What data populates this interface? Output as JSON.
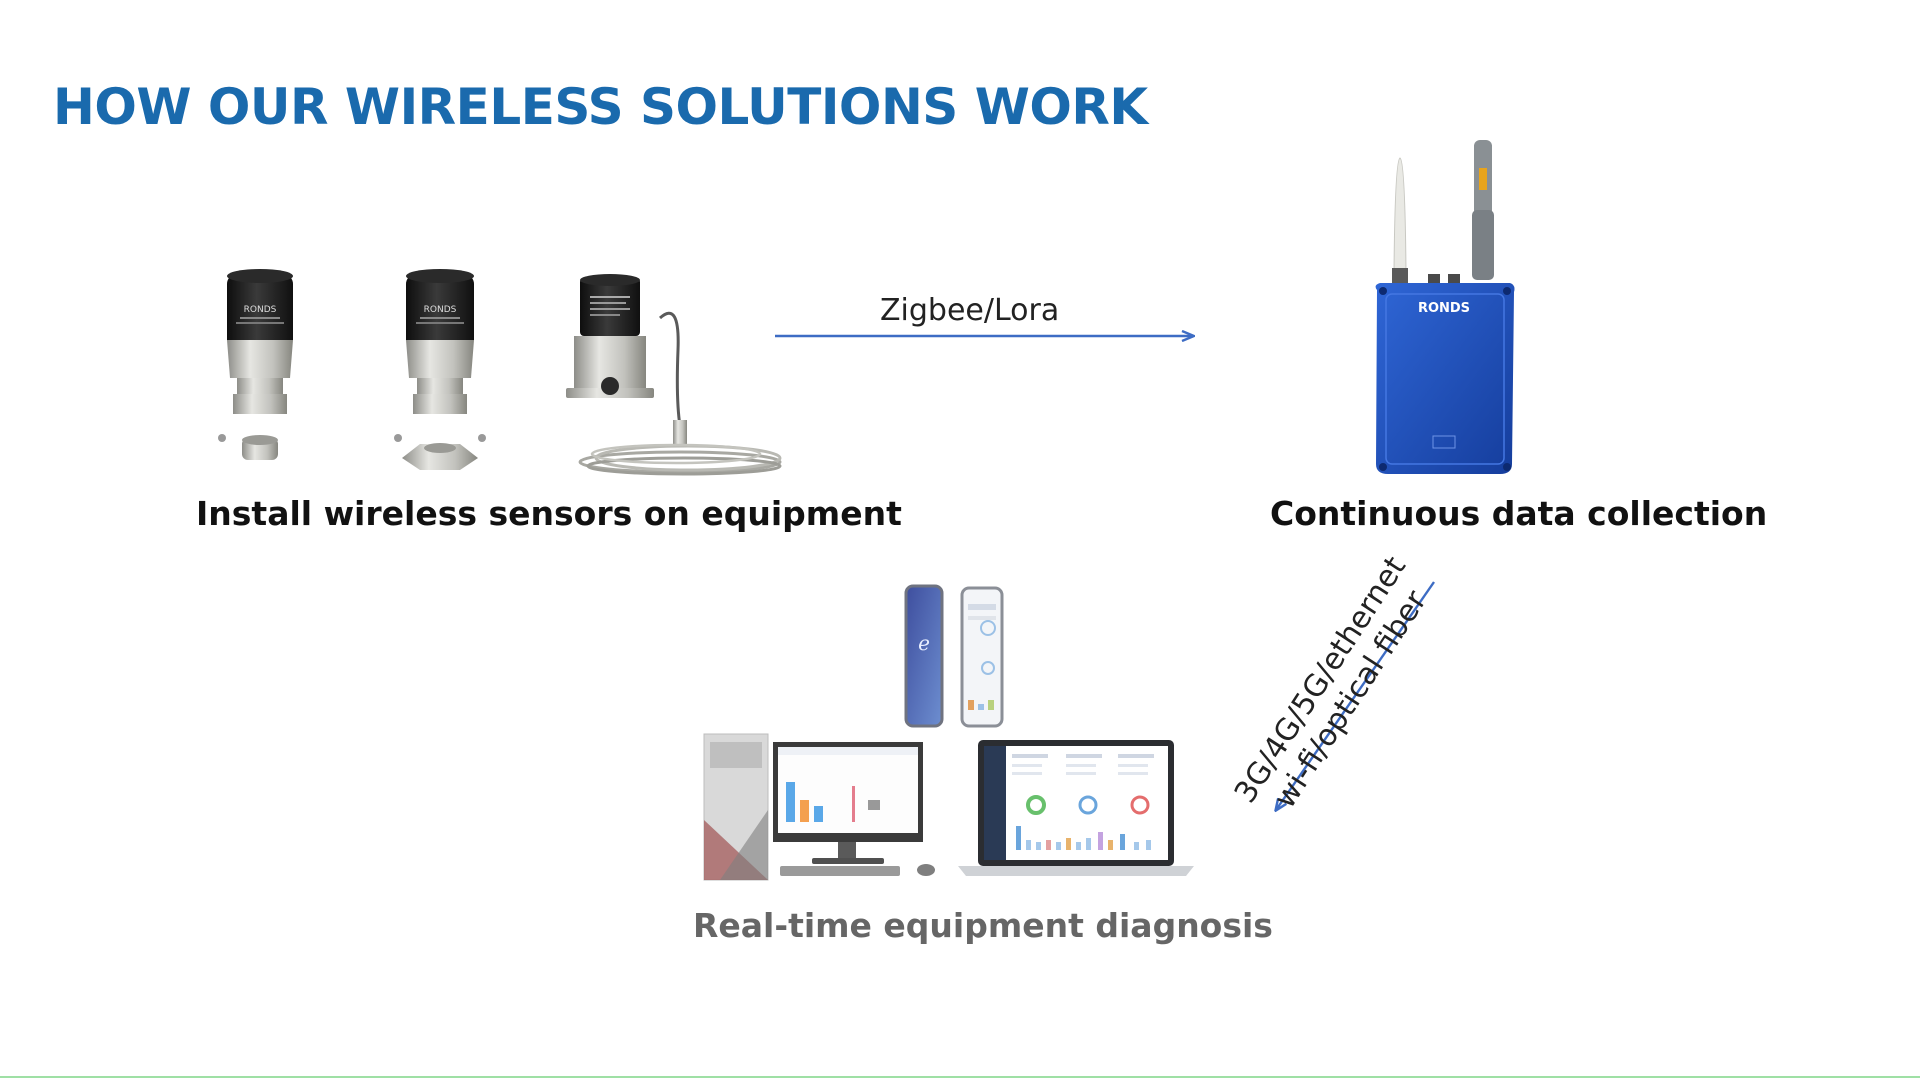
{
  "title": "HOW OUR WIRELESS SOLUTIONS WORK",
  "colors": {
    "title": "#1a6aad",
    "arrow": "#3d6cc4",
    "gateway": "#1c4fc0",
    "sensor_cap": "#1c1c1c",
    "steel": "#b8b8b4",
    "accent_line": "#9fe0a5"
  },
  "steps": {
    "sensors": {
      "caption": "Install wireless sensors on equipment",
      "device_label": "RONDS"
    },
    "gateway": {
      "caption": "Continuous data collection",
      "brand": "RONDS"
    },
    "diagnosis": {
      "caption": "Real-time equipment diagnosis"
    }
  },
  "links": {
    "sensor_to_gateway": "Zigbee/Lora",
    "gateway_to_cloud_line1": "3G/4G/5G/ethernet",
    "gateway_to_cloud_line2": "wi-fi/optical fiber"
  },
  "icons": [
    "vibration-sensor-icon",
    "vibration-sensor-icon",
    "wired-sensor-icon",
    "gateway-icon",
    "smartphone-icon",
    "desktop-computer-icon",
    "laptop-icon"
  ]
}
